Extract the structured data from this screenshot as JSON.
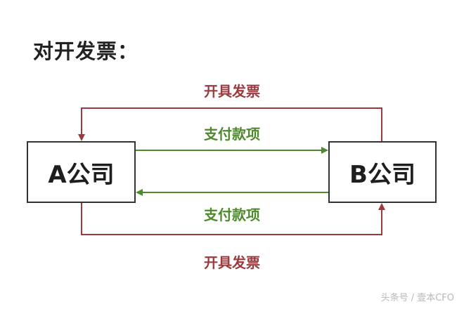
{
  "title": "对开发票：",
  "nodes": {
    "a": "A公司",
    "b": "B公司"
  },
  "edges": {
    "invoice_top": "开具发票",
    "payment_top": "支付款项",
    "payment_bottom": "支付款项",
    "invoice_bottom": "开具发票"
  },
  "watermark": "头条号 / 壹本CFO",
  "colors": {
    "invoice": "#9b3a3e",
    "payment": "#4e8a2c",
    "box_border": "#333333"
  }
}
